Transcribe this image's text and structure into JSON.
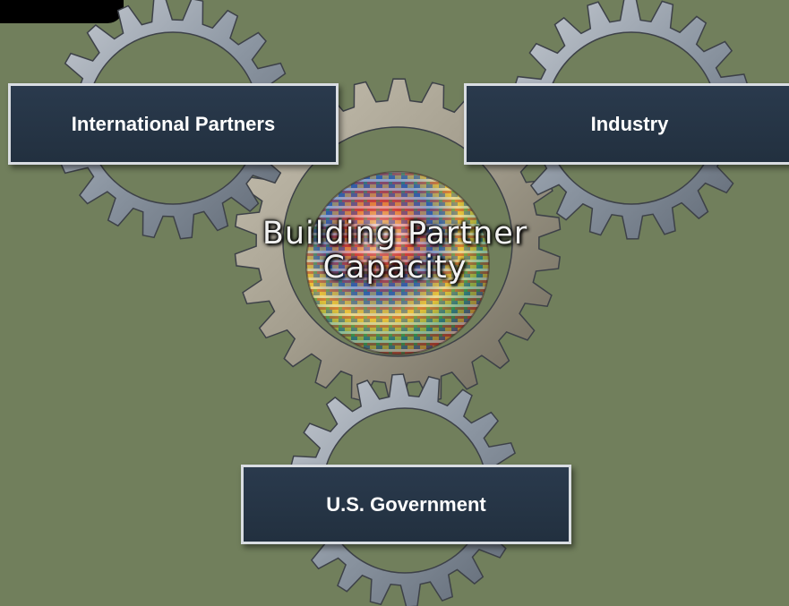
{
  "diagram": {
    "center_label": [
      "Building Partner",
      "Capacity"
    ],
    "nodes": {
      "international_partners": "International Partners",
      "industry": "Industry",
      "us_government": "U.S. Government"
    }
  },
  "colors": {
    "background": "#717f5c",
    "box_fill": "#2a3a4d",
    "box_border": "#d9dde2",
    "gear_steel": "#8c96a2",
    "gear_bronze": "#a8a292"
  }
}
